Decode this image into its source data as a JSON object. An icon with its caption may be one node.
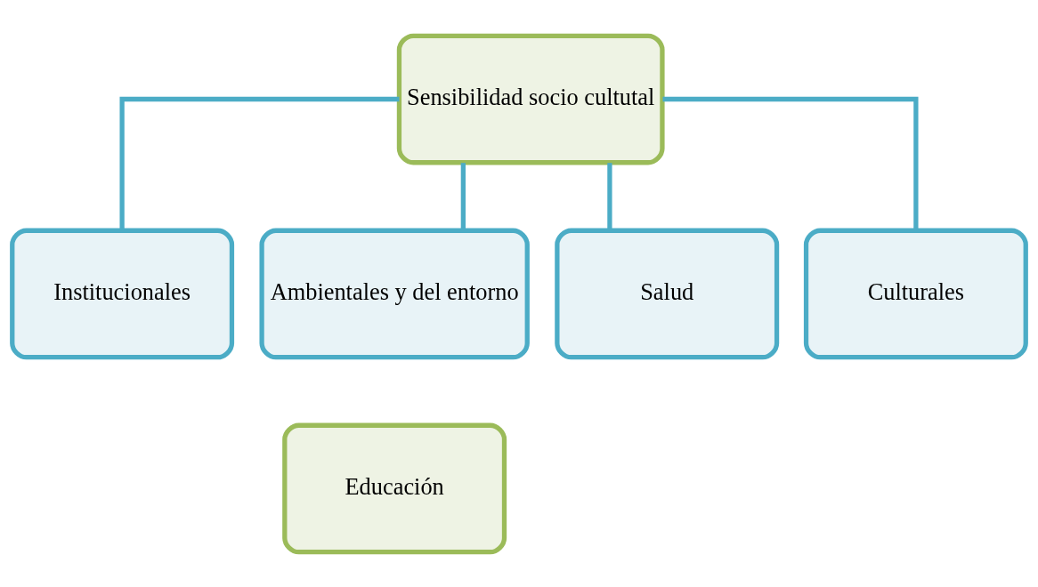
{
  "diagram": {
    "nodes": [
      {
        "text": [
          "Sensibilidad socio cultutal"
        ]
      },
      {
        "text": [
          "Institucionales"
        ]
      },
      {
        "text": [
          "Ambientales y del entorno"
        ]
      },
      {
        "text": [
          "Salud"
        ]
      },
      {
        "text": [
          "Culturales"
        ]
      },
      {
        "text": [
          "Educación"
        ]
      }
    ],
    "edges": [
      {
        "from": 0,
        "to": 1,
        "arrow": "none"
      },
      {
        "from": 0,
        "to": 2,
        "arrow": "none"
      },
      {
        "from": 0,
        "to": 3,
        "arrow": "none"
      },
      {
        "from": 0,
        "to": 4,
        "arrow": "none"
      }
    ]
  }
}
